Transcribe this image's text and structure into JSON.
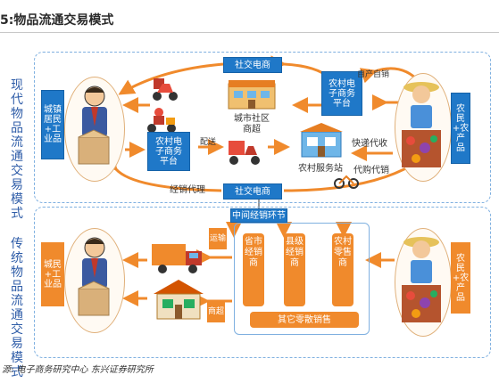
{
  "title": "5:物品流通交易模式",
  "modern": {
    "side_label": "现代物品流通交易模式",
    "consumer": "城镇居民+工业品",
    "producer": "农民+农产品",
    "ecom_left": "农村电子商务平台",
    "ecom_right": "农村电子商务平台",
    "social_top": "社交电商",
    "social_bottom": "社交电商",
    "supermarket": "城市社区商超",
    "service_station": "农村服务站",
    "delivery_label": "配送",
    "self_sale_label": "自产自销",
    "collect_label": "快递代收",
    "agent_sale_label": "代购代销",
    "consign_label": "经销代理"
  },
  "traditional": {
    "side_label": "传统物品流通交易模式",
    "consumer": "城民+工业品",
    "producer": "农民+农产品",
    "middle_header": "中间经销环节",
    "transport_label": "运输",
    "shop_label": "商超",
    "distributors": [
      "省市经销商",
      "县级经销商",
      "农村零售商"
    ],
    "other_label": "其它零散销售"
  },
  "source": "源: 电子商务研究中心 东兴证券研究所"
}
